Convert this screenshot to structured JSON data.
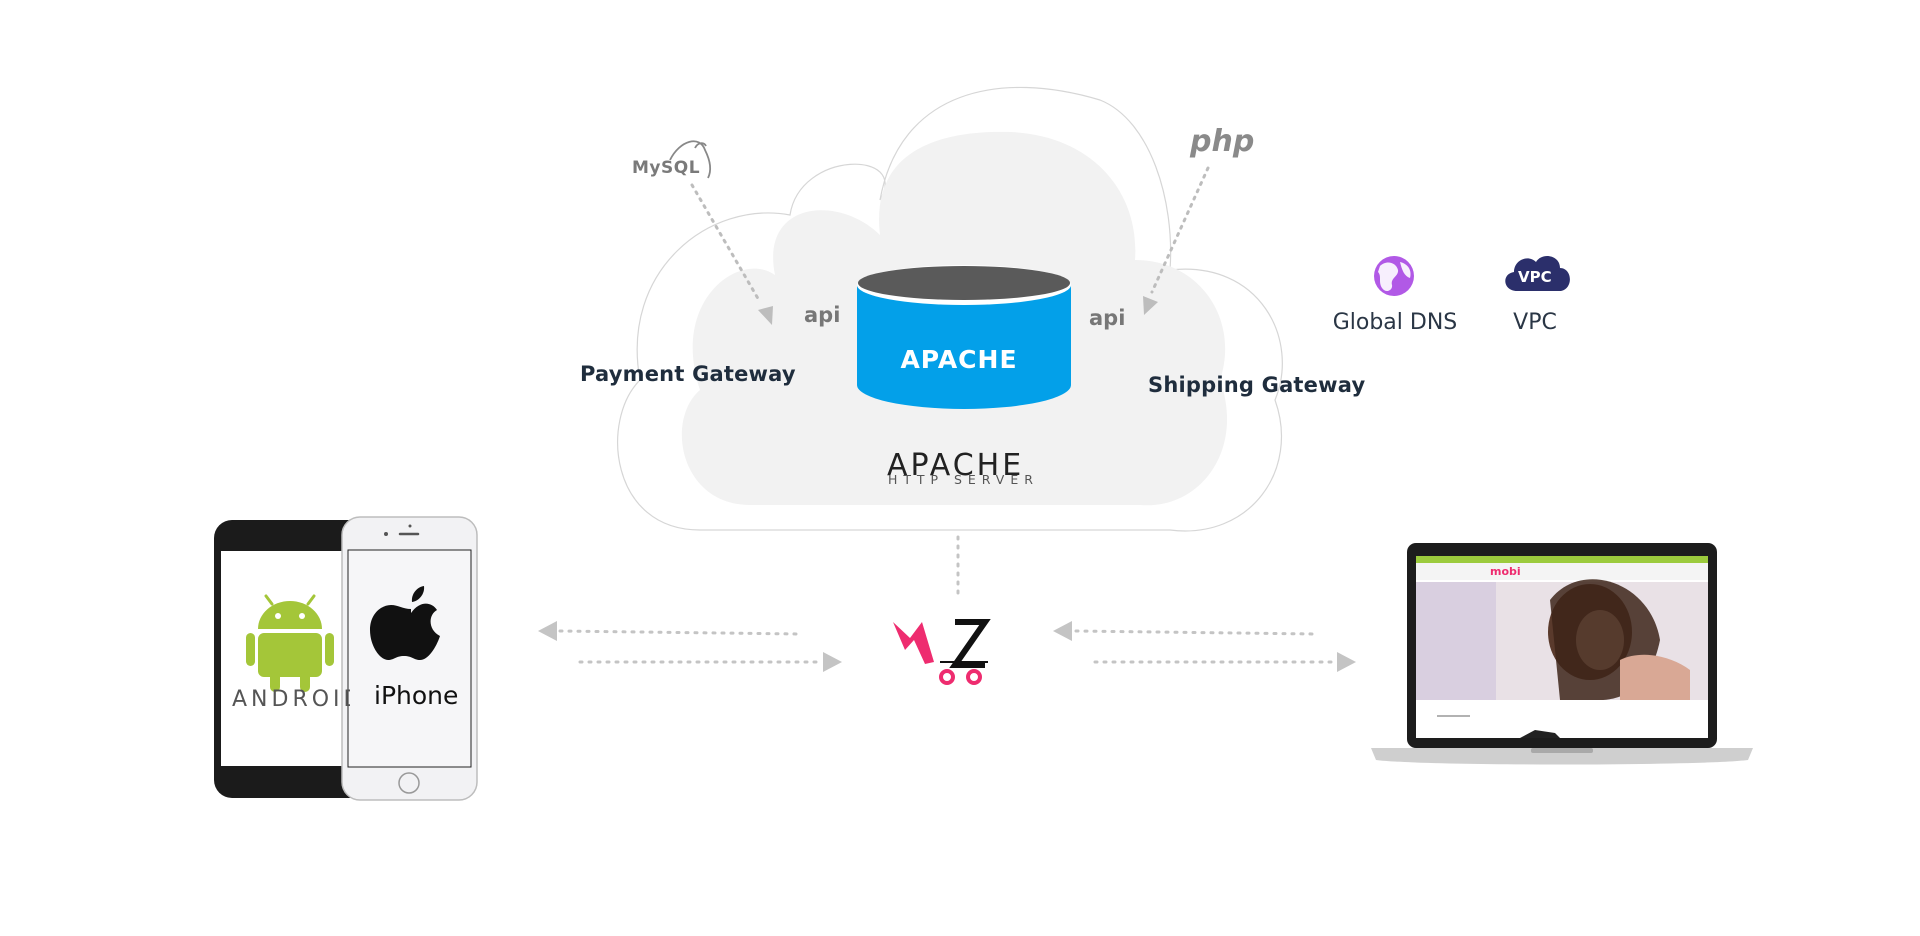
{
  "cloud": {
    "server_label": "APACHE",
    "apache_logo_main": "APACHE",
    "apache_logo_sub": "HTTP SERVER",
    "api_left": "api",
    "api_right": "api",
    "payment_gateway": "Payment Gateway",
    "shipping_gateway": "Shipping Gateway",
    "mysql_logo": "MySQL",
    "php_logo": "php"
  },
  "services": {
    "global_dns": {
      "label": "Global DNS",
      "color": "#b159e6"
    },
    "vpc": {
      "label": "VPC",
      "badge": "VPC",
      "color": "#2b2f6b"
    }
  },
  "devices": {
    "android_word": "ANDROID",
    "iphone_word": "iPhone",
    "laptop_brand": "mobi"
  },
  "colors": {
    "server_blue": "#03a0e9",
    "server_top": "#5a5a5a",
    "android_green": "#a4c639",
    "brand_pink": "#ee2c6f",
    "arrow_gray": "#b9b9b9",
    "cloud_fill": "#f2f2f2"
  }
}
